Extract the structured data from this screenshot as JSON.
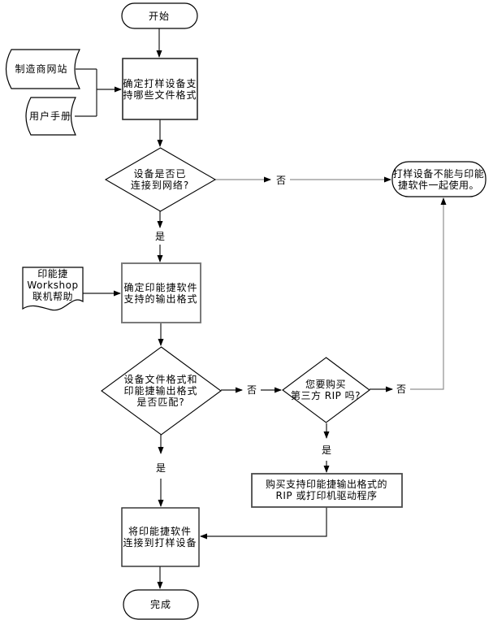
{
  "diagram": {
    "kind": "flowchart",
    "language": "zh-CN",
    "nodes": {
      "start": {
        "type": "terminator",
        "label": "开始"
      },
      "manufacturer_site": {
        "type": "stored-data",
        "label": "制造商网站"
      },
      "user_manual": {
        "type": "stored-data",
        "label": "用户手册"
      },
      "determine_device_formats": {
        "type": "process",
        "label": "确定打样设备支\n持哪些文件格式"
      },
      "device_connected": {
        "type": "decision",
        "label": "设备是否已\n连接到网络?"
      },
      "cannot_use": {
        "type": "terminator",
        "label": "打样设备不能与印能\n捷软件一起使用。"
      },
      "prinergy_help": {
        "type": "document",
        "label": "印能捷\nWorkshop\n联机帮助"
      },
      "determine_output_formats": {
        "type": "process",
        "label": "确定印能捷软件\n支持的输出格式"
      },
      "formats_match": {
        "type": "decision",
        "label": "设备文件格式和\n印能捷输出格式\n是否匹配?"
      },
      "buy_third_party_rip": {
        "type": "decision",
        "label": "您要购买\n第三方 RIP 吗?"
      },
      "buy_rip_or_driver": {
        "type": "process",
        "label": "购买支持印能捷输出格式的\nRIP 或打印机驱动程序"
      },
      "connect_software": {
        "type": "process",
        "label": "将印能捷软件\n连接到打样设备"
      },
      "done": {
        "type": "terminator",
        "label": "完成"
      }
    },
    "edge_labels": {
      "yes": "是",
      "no": "否"
    },
    "colors": {
      "background": "#ffffff",
      "shape_fill": "#ffffff",
      "shape_stroke": "#000000",
      "line_dark": "#1a1a1a",
      "line_gray": "#909090",
      "text": "#000000"
    }
  }
}
